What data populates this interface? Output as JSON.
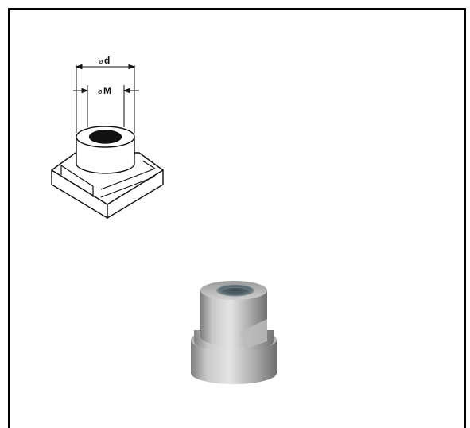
{
  "diagram": {
    "dimension_d": {
      "symbol": "ø",
      "letter": "d"
    },
    "dimension_M": {
      "symbol": "ø",
      "letter": "M"
    }
  },
  "colors": {
    "frame": "#000000",
    "background": "#ffffff",
    "metal_light": "#d4d4d4",
    "metal_dark": "#8c8c8c"
  }
}
